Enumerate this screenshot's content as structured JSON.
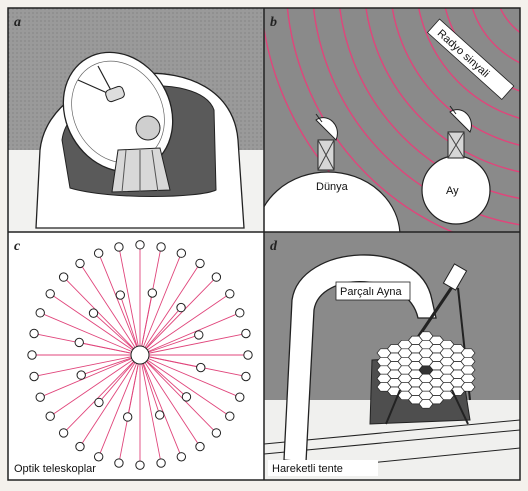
{
  "panels": {
    "a": {
      "letter": "a"
    },
    "b": {
      "letter": "b",
      "radio_label": "Radyo sinyali",
      "earth_label": "Dünya",
      "moon_label": "Ay"
    },
    "c": {
      "letter": "c",
      "caption": "Optik teleskoplar"
    },
    "d": {
      "letter": "d",
      "mirror_label": "Parçalı Ayna",
      "caption": "Hareketli tente"
    }
  },
  "colors": {
    "signal": "#e0457b",
    "shade": "#8a8a8a",
    "dark": "#4a4a4a",
    "background": "#f4f1ec"
  }
}
